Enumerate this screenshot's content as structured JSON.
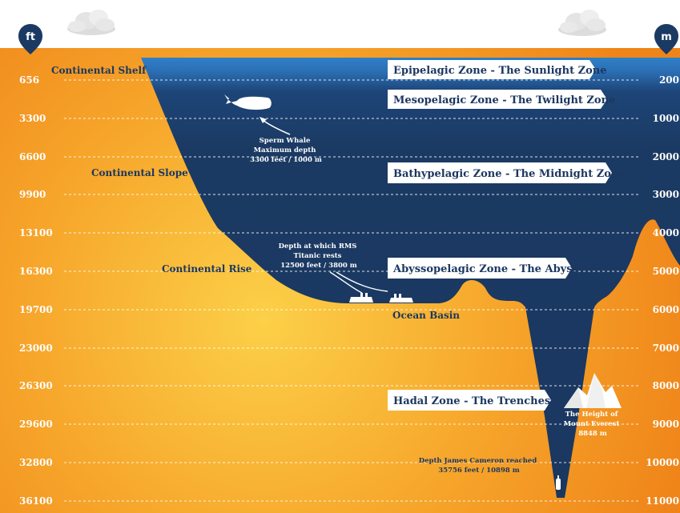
{
  "units": {
    "left": "ft",
    "right": "m"
  },
  "depth_rows": [
    {
      "ft": "656",
      "m": "200"
    },
    {
      "ft": "3300",
      "m": "1000"
    },
    {
      "ft": "6600",
      "m": "2000"
    },
    {
      "ft": "9900",
      "m": "3000"
    },
    {
      "ft": "13100",
      "m": "4000"
    },
    {
      "ft": "16300",
      "m": "5000"
    },
    {
      "ft": "19700",
      "m": "6000"
    },
    {
      "ft": "23000",
      "m": "7000"
    },
    {
      "ft": "26300",
      "m": "8000"
    },
    {
      "ft": "29600",
      "m": "9000"
    },
    {
      "ft": "32800",
      "m": "10000"
    },
    {
      "ft": "36100",
      "m": "11000"
    }
  ],
  "zones": {
    "epipelagic": "Epipelagic Zone - The Sunlight Zone",
    "mesopelagic": "Mesopelagic Zone -  The Twilight Zone",
    "bathypelagic": "Bathypelagic Zone -  The Midnight Zone",
    "abyssopelagic": "Abyssopelagic Zone -  The Abyss",
    "hadal": "Hadal Zone -  The Trenches"
  },
  "seafloor_labels": {
    "shelf": "Continental Shelf",
    "slope": "Continental Slope",
    "rise": "Continental Rise",
    "basin": "Ocean Basin"
  },
  "annotations": {
    "whale": [
      "Sperm Whale",
      "Maximum depth",
      "3300 feet / 1000 m"
    ],
    "titanic": [
      "Depth at which RMS",
      "Titanic rests",
      "12500 feet / 3800 m"
    ],
    "everest": [
      "The Height of",
      "Mount Everest",
      "8848 m"
    ],
    "cameron": [
      "Depth James Cameron reached",
      "35756 feet / 10898 m"
    ]
  },
  "colors": {
    "surface_blue": "#2e7cc4",
    "deep_navy": "#1b3a63",
    "land_light": "#fbc63e",
    "land_dark": "#f0861c",
    "label_dark": "#1c3760"
  }
}
